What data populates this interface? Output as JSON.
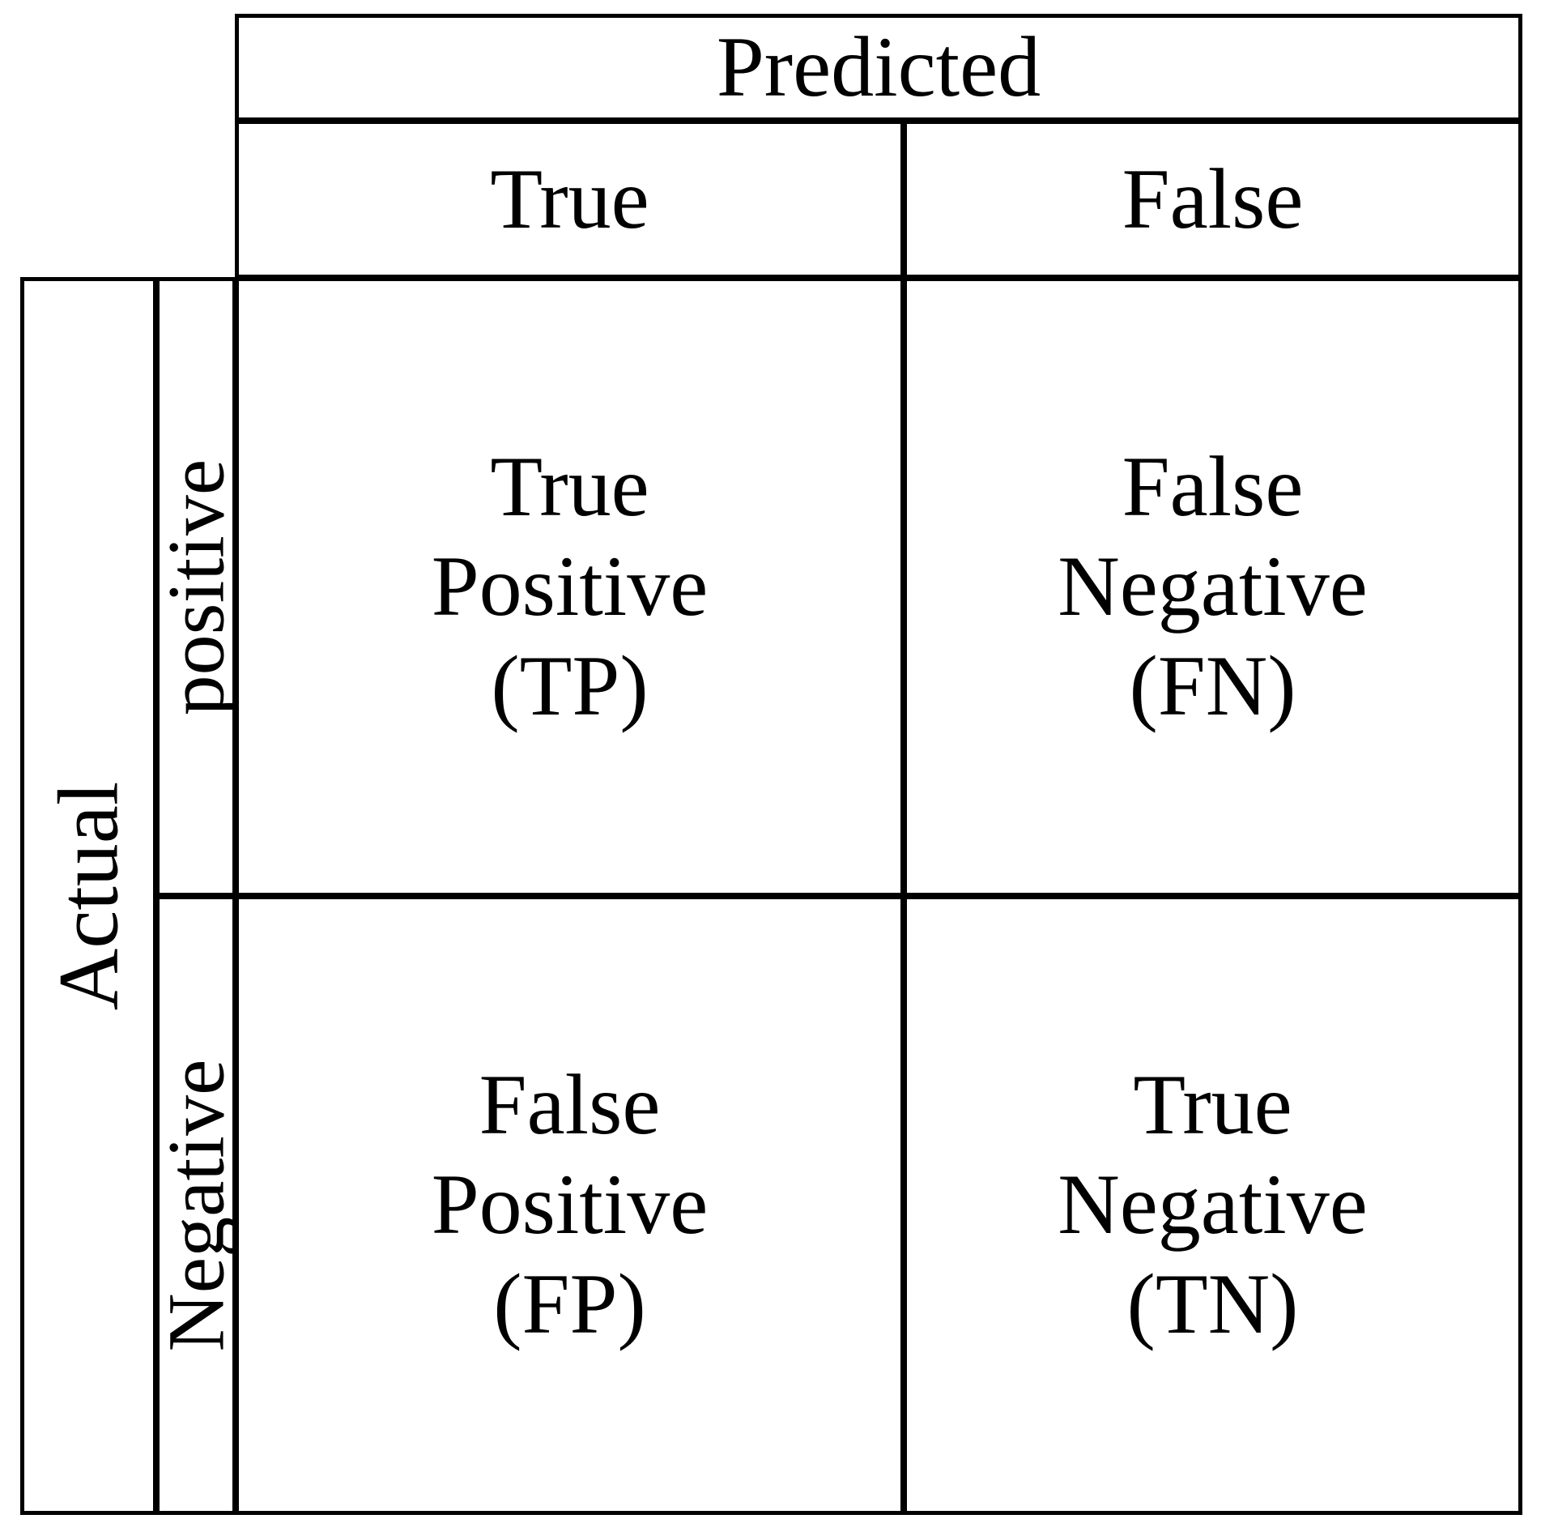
{
  "figure": {
    "type": "confusion-matrix",
    "predicted_axis_label": "Predicted",
    "actual_axis_label": "Actual",
    "predicted_classes": [
      "True",
      "False"
    ],
    "actual_classes": [
      "positive",
      "Negative"
    ],
    "border_color": "#000000",
    "background_color": "#ffffff",
    "text_color": "#000000"
  },
  "header": {
    "predicted": "Predicted",
    "columns": [
      {
        "label": "True"
      },
      {
        "label": "False"
      }
    ]
  },
  "side": {
    "actual": "Actual",
    "rows": [
      {
        "label": "positive"
      },
      {
        "label": "Negative"
      }
    ]
  },
  "cells": {
    "tp": {
      "line1": "True",
      "line2": "Positive",
      "line3": "(TP)",
      "abbr": "TP"
    },
    "fn": {
      "line1": "False",
      "line2": "Negative",
      "line3": "(FN)",
      "abbr": "FN"
    },
    "fp": {
      "line1": "False",
      "line2": "Positive",
      "line3": "(FP)",
      "abbr": "FP"
    },
    "tn": {
      "line1": "True",
      "line2": "Negative",
      "line3": "(TN)",
      "abbr": "TN"
    }
  },
  "chart_data": {
    "type": "table",
    "title": "",
    "xlabel": "Predicted",
    "ylabel": "Actual",
    "categories": [
      "True",
      "False"
    ],
    "row_categories": [
      "positive",
      "Negative"
    ],
    "rows": [
      [
        "True Positive (TP)",
        "False Negative (FN)"
      ],
      [
        "False Positive (FP)",
        "True Negative (TN)"
      ]
    ]
  }
}
